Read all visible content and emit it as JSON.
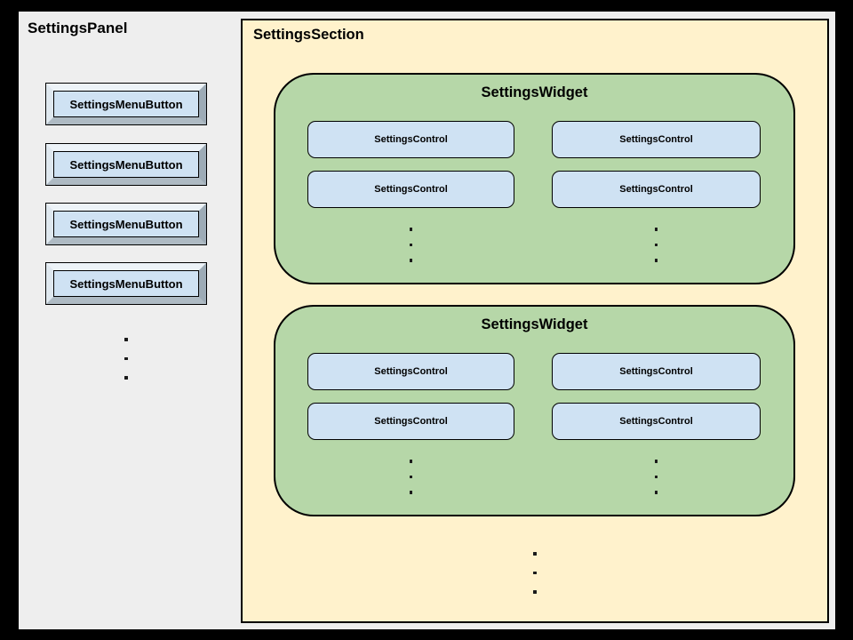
{
  "colors": {
    "backdrop": "#000000",
    "panel_bg": "#eeeeee",
    "section_bg": "#fff2cc",
    "widget_bg": "#b6d7a8",
    "control_bg": "#cfe2f3",
    "button_face": "#cfe2f3",
    "bevel_light": "#edf3f8",
    "bevel_dark": "#9dabb6",
    "outline": "#000000"
  },
  "panel": {
    "title": "SettingsPanel",
    "menu_buttons": [
      "SettingsMenuButton",
      "SettingsMenuButton",
      "SettingsMenuButton",
      "SettingsMenuButton"
    ]
  },
  "section": {
    "title": "SettingsSection",
    "widgets": [
      {
        "title": "SettingsWidget",
        "controls": [
          "SettingsControl",
          "SettingsControl",
          "SettingsControl",
          "SettingsControl"
        ]
      },
      {
        "title": "SettingsWidget",
        "controls": [
          "SettingsControl",
          "SettingsControl",
          "SettingsControl",
          "SettingsControl"
        ]
      }
    ]
  }
}
